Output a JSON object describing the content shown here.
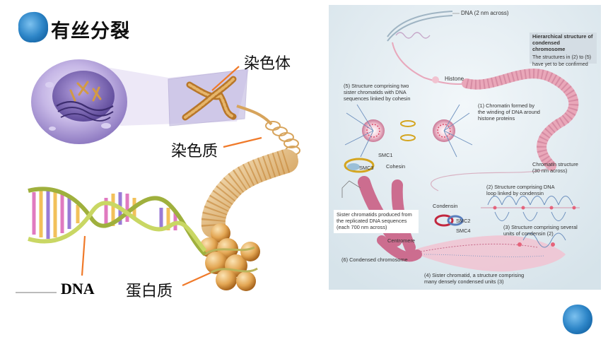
{
  "title": "有丝分裂",
  "left_labels": {
    "chromosome": "染色体",
    "chromatin": "染色质",
    "dna": "DNA",
    "protein": "蛋白质"
  },
  "right_labels": {
    "dna_top": "DNA (2 nm across)",
    "box_title_1": "Hierarchical structure of",
    "box_title_2": "condensed chromosome",
    "box_sub_1": "The structures in (2) to (5)",
    "box_sub_2": "have yet to be confirmed",
    "histone": "Histone",
    "s5_1": "(5) Structure comprising two",
    "s5_2": "sister chromatids with DNA",
    "s5_3": "sequences linked by cohesin",
    "s1_1": "(1) Chromatin formed by",
    "s1_2": "the winding of DNA around",
    "s1_3": "histone proteins",
    "smc1": "SMC1",
    "smc3": "SMC3",
    "cohesin": "Cohesin",
    "chromatin_1": "Chromatin structure",
    "chromatin_2": "(30 nm across)",
    "s2_1": "(2) Structure comprising DNA",
    "s2_2": "loop linked by condensin",
    "sister_1": "Sister chromatids produced from",
    "sister_2": "the replicated DNA sequences",
    "sister_3": "(each 700 nm across)",
    "condensin": "Condensin",
    "smc2": "SMC2",
    "smc4": "SMC4",
    "s3_1": "(3) Structure comprising several",
    "s3_2": "units of condensin (2)",
    "centromere": "Centromere",
    "s6": "(6) Condensed chromosome",
    "s4_1": "(4) Sister chromatid, a structure comprising",
    "s4_2": "many densely condensed units (3)"
  },
  "colors": {
    "accent_blue": "#2e86c8",
    "leader_orange": "#f07a2a",
    "panel_bg": "#dfe9ef",
    "chromatin_pink": "#e9a7b9",
    "cell_purple": "#9a86c8"
  }
}
